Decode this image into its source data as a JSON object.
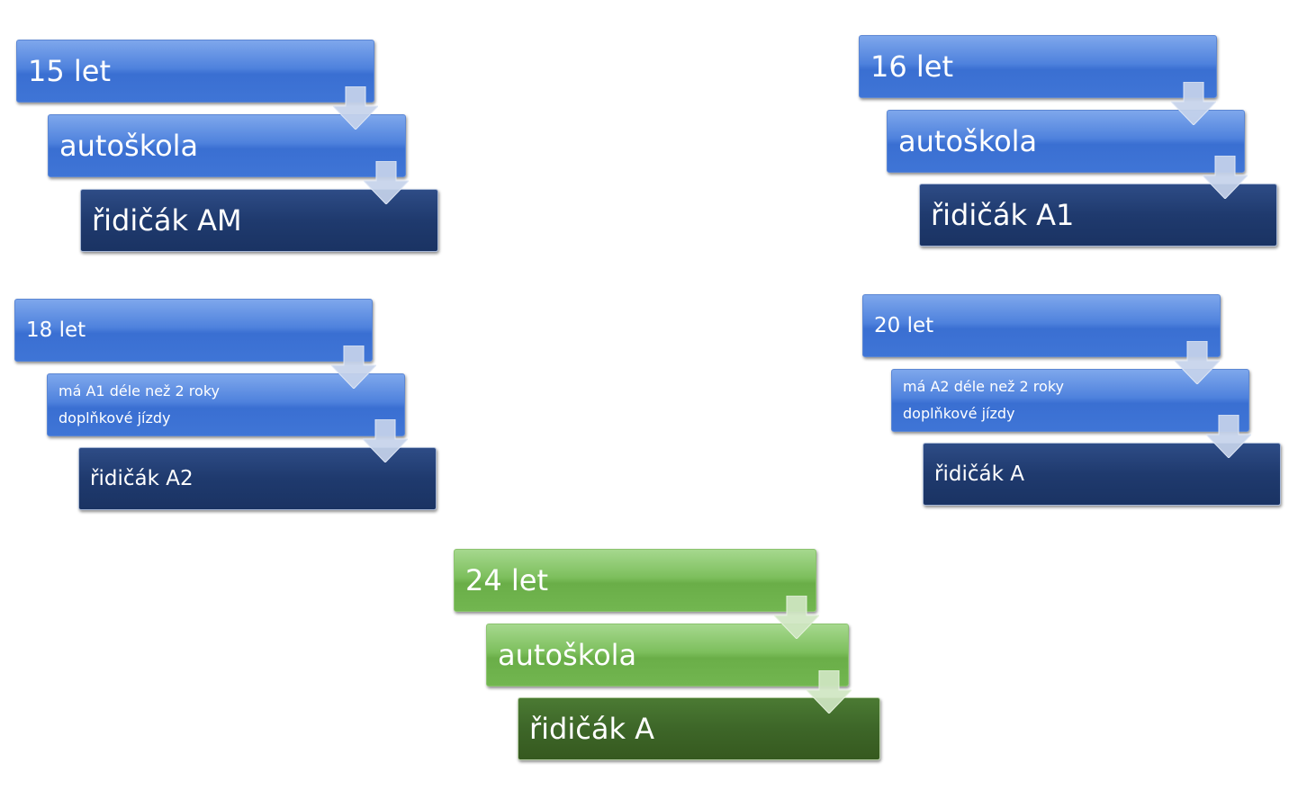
{
  "groups": [
    {
      "top": "15 let",
      "middle": [
        "autoškola"
      ],
      "bottom": "řidičák AM"
    },
    {
      "top": "16 let",
      "middle": [
        "autoškola"
      ],
      "bottom": "řidičák A1"
    },
    {
      "top": "18 let",
      "middle": [
        "má A1 déle než 2 roky",
        "doplňkové jízdy"
      ],
      "bottom": "řidičák A2"
    },
    {
      "top": "20 let",
      "middle": [
        "má A2 déle než 2 roky",
        "doplňkové jízdy"
      ],
      "bottom": "řidičák A"
    },
    {
      "top": "24 let",
      "middle": [
        "autoškola"
      ],
      "bottom": "řidičák A"
    }
  ]
}
